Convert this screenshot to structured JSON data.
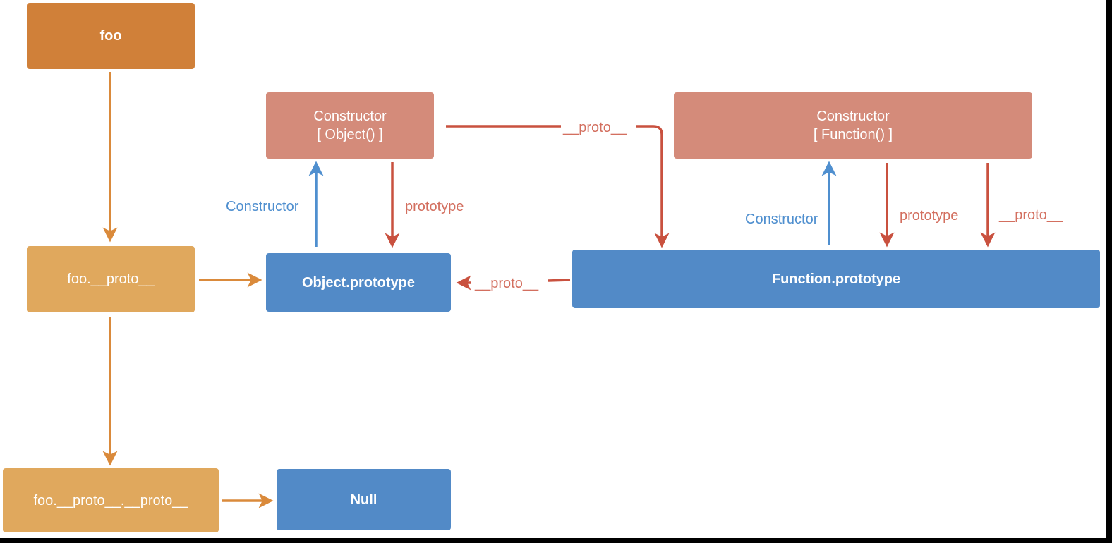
{
  "colors": {
    "orange_dark": "#d08039",
    "orange_light": "#e0a85d",
    "salmon": "#d48b7a",
    "blue": "#528ac7",
    "edge_orange": "#da8a3b",
    "edge_red": "#c9513f",
    "edge_blue": "#4f8fcf"
  },
  "nodes": {
    "foo": "foo",
    "foo_proto": "foo.__proto__",
    "foo_proto_proto": "foo.__proto__.__proto__",
    "object_ctor_line1": "Constructor",
    "object_ctor_line2": "[ Object() ]",
    "function_ctor_line1": "Constructor",
    "function_ctor_line2": "[ Function() ]",
    "object_prototype": "Object.prototype",
    "function_prototype": "Function.prototype",
    "null": "Null"
  },
  "edge_labels": {
    "object_constructor": "Constructor",
    "object_prototype": "prototype",
    "object_ctor_proto": "__proto__",
    "function_constructor": "Constructor",
    "function_prototype": "prototype",
    "function_ctor_proto": "__proto__",
    "function_prototype_proto": "__proto__"
  }
}
